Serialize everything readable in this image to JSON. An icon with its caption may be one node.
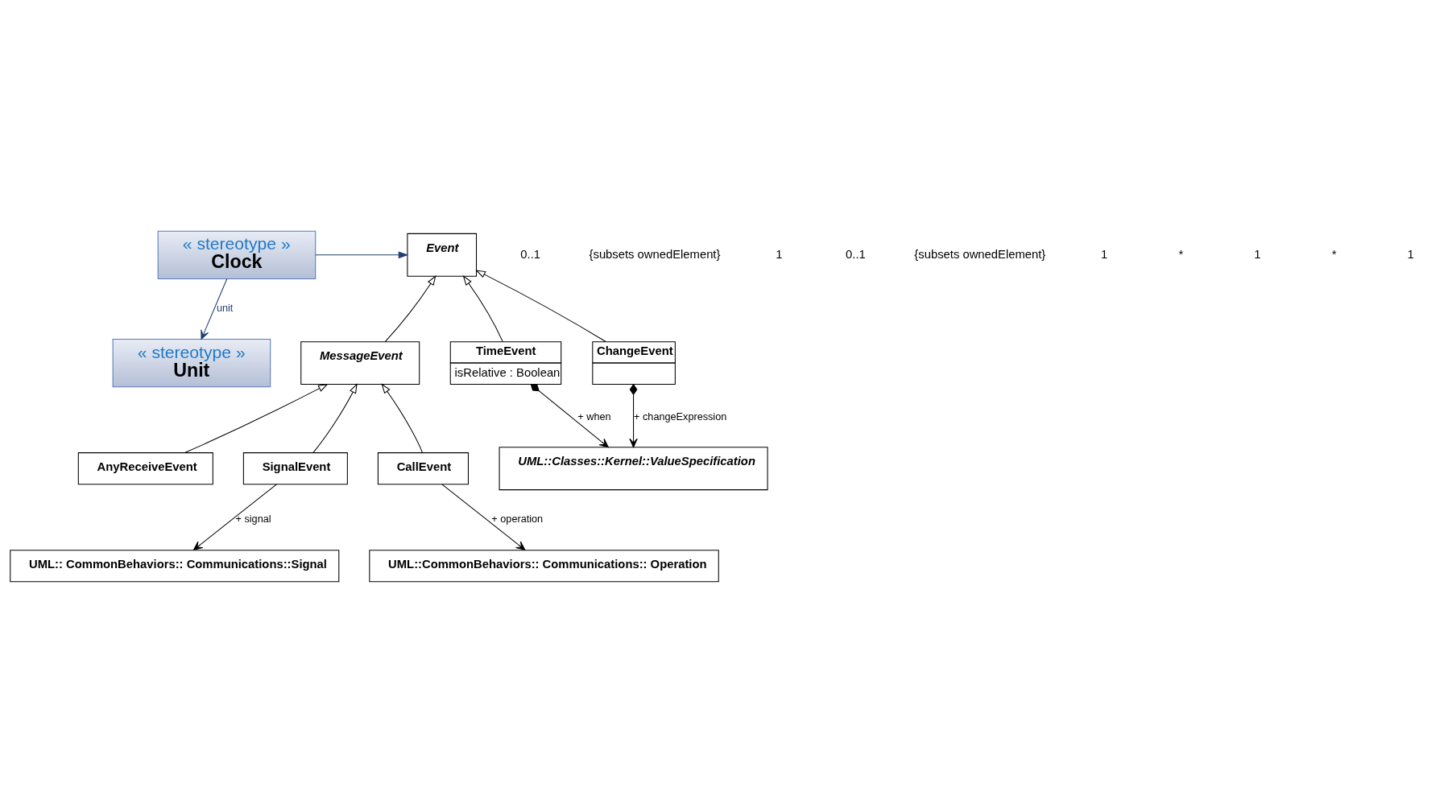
{
  "diagram": {
    "nodes": [
      {
        "text": [
          "« stereotype »",
          "Clock"
        ]
      },
      {
        "text": [
          "« stereotype »",
          "Unit"
        ]
      },
      {
        "text": [
          "Event"
        ]
      },
      {
        "text": [
          "MessageEvent"
        ]
      },
      {
        "text": [
          "TimeEvent",
          "isRelative : Boolean"
        ]
      },
      {
        "text": [
          "ChangeEvent"
        ]
      },
      {
        "text": [
          "AnyReceiveEvent"
        ]
      },
      {
        "text": [
          "SignalEvent"
        ]
      },
      {
        "text": [
          "CallEvent"
        ]
      },
      {
        "text": [
          "UML::Classes::Kernel::ValueSpecification"
        ]
      },
      {
        "text": [
          "UML:: CommonBehaviors:: Communications::Signal"
        ]
      },
      {
        "text": [
          "UML::CommonBehaviors:: Communications:: Operation"
        ]
      }
    ],
    "edges": [
      {
        "from": 0,
        "to": 2,
        "arrow": "to",
        "color": "#1f3f6e"
      },
      {
        "from": 0,
        "to": 1,
        "arrow": "to",
        "label": "unit",
        "color": "#1f3f6e"
      },
      {
        "from": 3,
        "to": 2,
        "arrow": "to"
      },
      {
        "from": 4,
        "to": 2,
        "arrow": "to"
      },
      {
        "from": 5,
        "to": 2,
        "arrow": "to"
      },
      {
        "from": 6,
        "to": 3,
        "arrow": "to"
      },
      {
        "from": 7,
        "to": 3,
        "arrow": "to"
      },
      {
        "from": 8,
        "to": 3,
        "arrow": "to"
      },
      {
        "from": 4,
        "to": 9,
        "arrow": "to",
        "label": "+ when"
      },
      {
        "from": 5,
        "to": 9,
        "arrow": "to",
        "label": "+ changeExpression"
      },
      {
        "from": 7,
        "to": 10,
        "arrow": "to",
        "label": "+ signal"
      },
      {
        "from": 8,
        "to": 11,
        "arrow": "to",
        "label": "+ operation"
      }
    ],
    "labels": [
      "0..1",
      "{subsets ownedElement}",
      "1",
      "0..1",
      "{subsets ownedElement}",
      "1",
      "*",
      "1",
      "*",
      "1"
    ]
  }
}
